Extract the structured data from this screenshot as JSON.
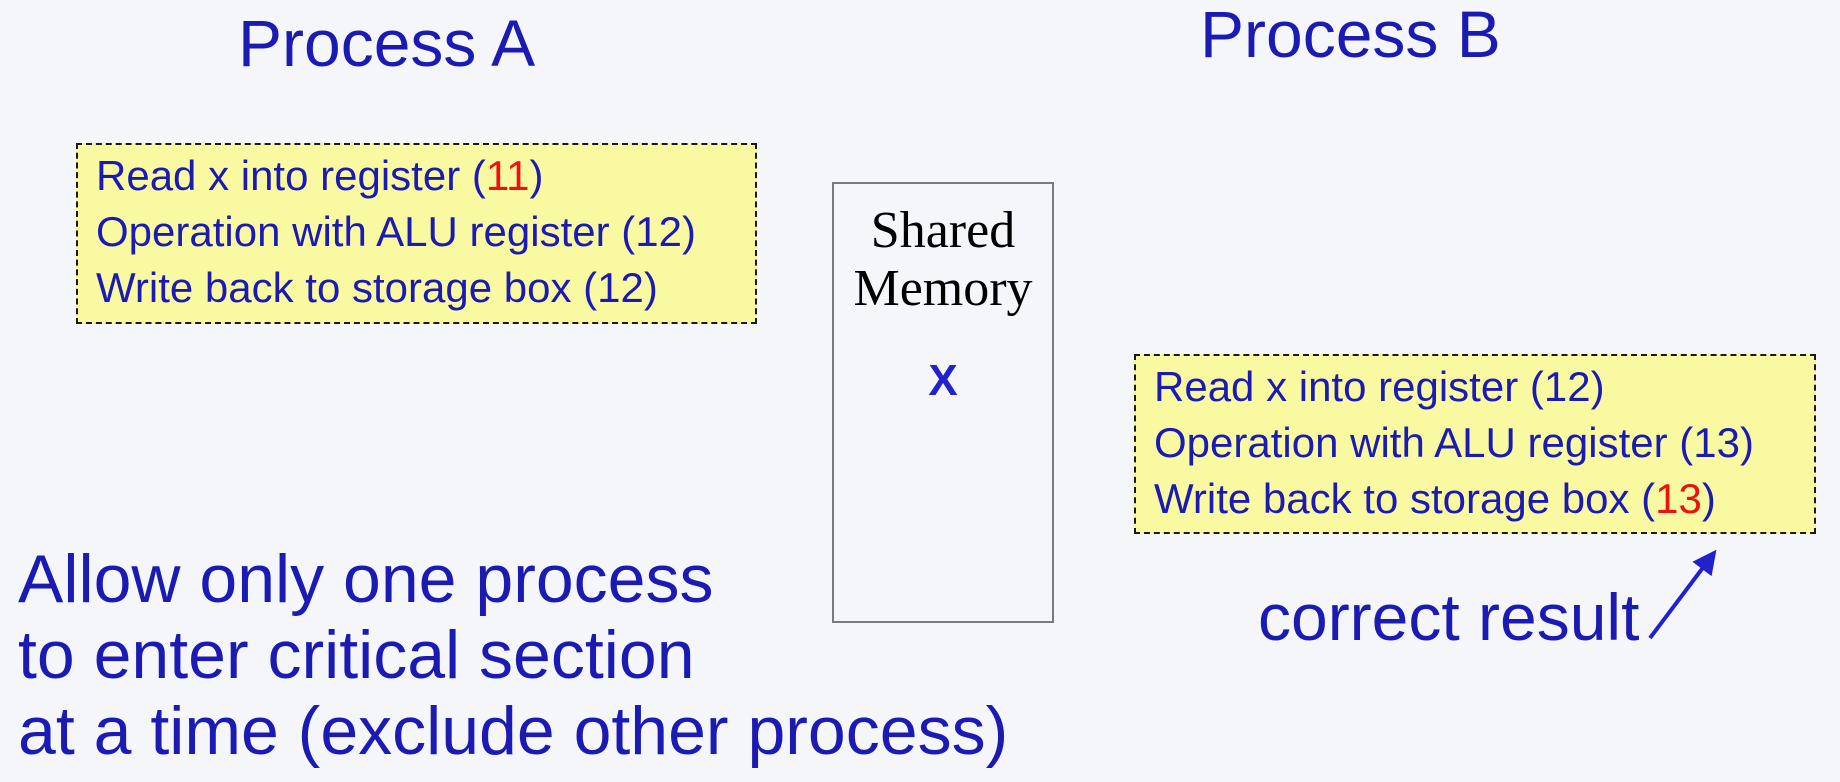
{
  "colors": {
    "background": "#f4f6fa",
    "primary_text": "#1b1bb3",
    "highlight_number": "#ef1010",
    "step_box_fill": "#f9f9a2",
    "step_box_border": "#1a1a1a",
    "memory_box_border": "#7a7a7a",
    "memory_text": "#000000",
    "arrow": "#2222cc"
  },
  "process_a": {
    "title": "Process A",
    "steps": [
      {
        "prefix": "Read x into register (",
        "value": "11",
        "suffix": ")",
        "value_class": "red"
      },
      {
        "prefix": "Operation with ALU register (",
        "value": "12",
        "suffix": ")",
        "value_class": "blue"
      },
      {
        "prefix": "Write back to storage box (",
        "value": "12",
        "suffix": ")",
        "value_class": "blue"
      }
    ]
  },
  "process_b": {
    "title": "Process B",
    "steps": [
      {
        "prefix": "Read x into register (",
        "value": "12",
        "suffix": ")",
        "value_class": "blue"
      },
      {
        "prefix": "Operation with ALU register (",
        "value": "13",
        "suffix": ")",
        "value_class": "blue"
      },
      {
        "prefix": "Write back to storage box (",
        "value": "13",
        "suffix": ")",
        "value_class": "red"
      }
    ]
  },
  "shared_memory": {
    "title_line1": "Shared",
    "title_line2": "Memory",
    "variable": "X"
  },
  "correct_result_label": "correct result",
  "note_lines": [
    "Allow only one process",
    "to enter critical section",
    "at a time (exclude other process)"
  ]
}
